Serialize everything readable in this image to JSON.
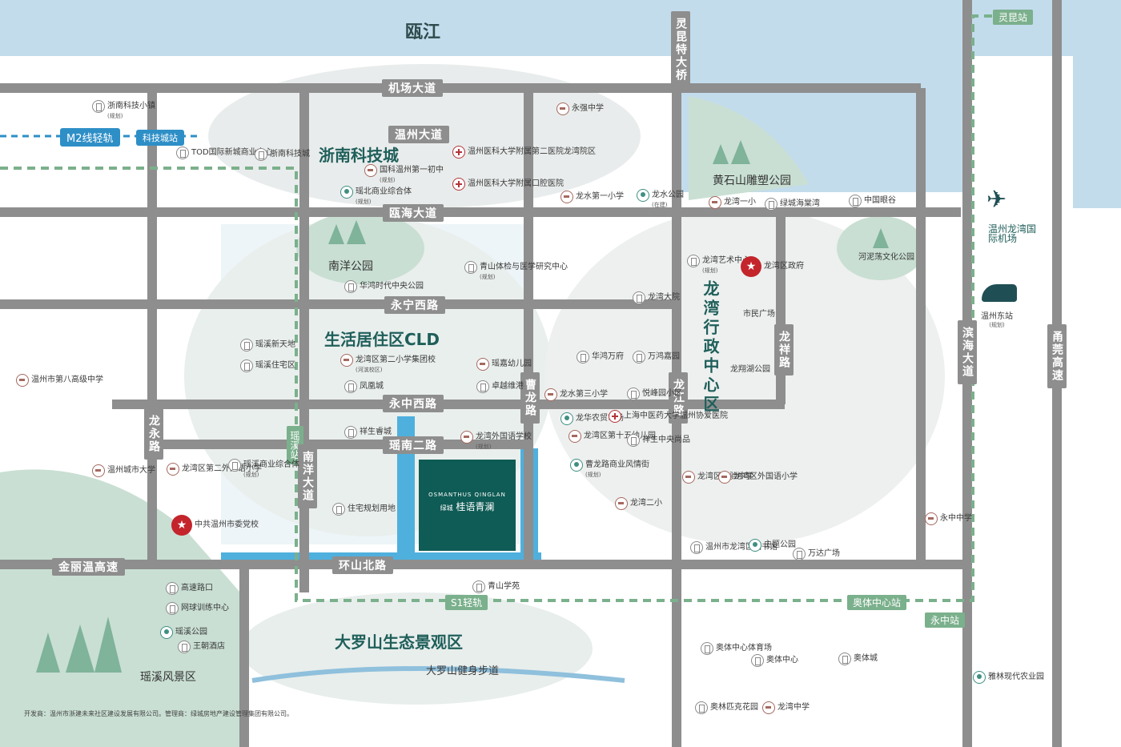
{
  "river": "瓯江",
  "bridge": "灵昆特大桥",
  "rail": {
    "m2": "M2线轻轨",
    "s1": "S1轻轨",
    "stations": [
      "科技城站",
      "灵昆站",
      "奥体中心站",
      "永中站",
      "瑶溪站"
    ]
  },
  "roads": [
    "机场大道",
    "温州大道",
    "瓯海大道",
    "永宁西路",
    "永中西路",
    "瑶南二路",
    "环山北路",
    "金丽温高速",
    "龙永路",
    "南洋大道",
    "曹龙路",
    "龙江路",
    "龙祥路",
    "滨海大道",
    "甬莞高速"
  ],
  "districts": [
    "浙南科技城",
    "生活居住区CLD",
    "龙湾行政中心区",
    "大罗山生态景观区"
  ],
  "parks": [
    "黄石山雕塑公园",
    "南洋公园",
    "河泥荡文化公园",
    "瑶溪风景区",
    "大罗山健身步道",
    "龙翔湖公园",
    "市民广场"
  ],
  "project": {
    "en": "OSMANTHUS QINGLAN",
    "brand": "绿城",
    "cn": "桂语青澜"
  },
  "airport": "温州龙湾国际机场",
  "train": {
    "name": "温州东站",
    "note": "(规划)"
  },
  "pois": [
    {
      "id": "p1",
      "name": "浙南科技小镇",
      "sub": "(规划)",
      "icon": "bld"
    },
    {
      "id": "p2",
      "name": "TOD国际新城商业中心",
      "sub": "",
      "icon": "bld"
    },
    {
      "id": "p3",
      "name": "浙南科技城",
      "sub": "",
      "icon": "bld"
    },
    {
      "id": "p4",
      "name": "国科温州第一初中",
      "sub": "(规划)",
      "icon": "school"
    },
    {
      "id": "p5",
      "name": "瑶北商业综合体",
      "sub": "(规划)",
      "icon": "park"
    },
    {
      "id": "p6",
      "name": "温州医科大学附属第二医院龙湾院区",
      "sub": "",
      "icon": "hosp"
    },
    {
      "id": "p7",
      "name": "温州医科大学附属口腔医院",
      "sub": "",
      "icon": "hosp"
    },
    {
      "id": "p8",
      "name": "永强中学",
      "sub": "",
      "icon": "school"
    },
    {
      "id": "p9",
      "name": "龙水第一小学",
      "sub": "",
      "icon": "school"
    },
    {
      "id": "p10",
      "name": "龙水公园",
      "sub": "(在建)",
      "icon": "park"
    },
    {
      "id": "p11",
      "name": "龙湾一小",
      "sub": "",
      "icon": "school"
    },
    {
      "id": "p12",
      "name": "绿城海棠湾",
      "sub": "",
      "icon": "bld"
    },
    {
      "id": "p13",
      "name": "中国眼谷",
      "sub": "",
      "icon": "bld"
    },
    {
      "id": "p14",
      "name": "华鸿时代中央公园",
      "sub": "",
      "icon": "bld"
    },
    {
      "id": "p15",
      "name": "青山体检与医学研究中心",
      "sub": "(规划)",
      "icon": "bld"
    },
    {
      "id": "p16",
      "name": "龙湾艺术中心",
      "sub": "(规划)",
      "icon": "bld"
    },
    {
      "id": "p17",
      "name": "龙湾大院",
      "sub": "",
      "icon": "bld"
    },
    {
      "id": "p18",
      "name": "瑶溪新天地",
      "sub": "",
      "icon": "bld"
    },
    {
      "id": "p19",
      "name": "瑶溪住宅区",
      "sub": "",
      "icon": "bld"
    },
    {
      "id": "p20",
      "name": "龙湾区第二小学集团校",
      "sub": "(河滨校区)",
      "icon": "school"
    },
    {
      "id": "p21",
      "name": "瑶嘉幼儿园",
      "sub": "",
      "icon": "school"
    },
    {
      "id": "p22",
      "name": "凤凰城",
      "sub": "",
      "icon": "bld"
    },
    {
      "id": "p23",
      "name": "卓越维港",
      "sub": "",
      "icon": "bld"
    },
    {
      "id": "p24",
      "name": "华鸿万府",
      "sub": "",
      "icon": "bld"
    },
    {
      "id": "p25",
      "name": "万鸿嘉园",
      "sub": "",
      "icon": "bld"
    },
    {
      "id": "p26",
      "name": "龙水第三小学",
      "sub": "",
      "icon": "school"
    },
    {
      "id": "p27",
      "name": "悦峰园小区",
      "sub": "",
      "icon": "bld"
    },
    {
      "id": "p28",
      "name": "温州市第八高级中学",
      "sub": "",
      "icon": "school"
    },
    {
      "id": "p29",
      "name": "祥生睿城",
      "sub": "",
      "icon": "bld"
    },
    {
      "id": "p30",
      "name": "龙湾外国语学校",
      "sub": "(规划)",
      "icon": "school"
    },
    {
      "id": "p31",
      "name": "龙华农贸市场",
      "sub": "",
      "icon": "park"
    },
    {
      "id": "p32",
      "name": "上海中医药大学温州协爱医院",
      "sub": "",
      "icon": "hosp"
    },
    {
      "id": "p33",
      "name": "龙湾区第十五幼儿园",
      "sub": "",
      "icon": "school"
    },
    {
      "id": "p34",
      "name": "祥生中央尚品",
      "sub": "",
      "icon": "bld"
    },
    {
      "id": "p35",
      "name": "温州城市大学",
      "sub": "",
      "icon": "school"
    },
    {
      "id": "p36",
      "name": "龙湾区第二外国语小学",
      "sub": "",
      "icon": "school"
    },
    {
      "id": "p37",
      "name": "瑶溪商业综合体",
      "sub": "(规划)",
      "icon": "bld"
    },
    {
      "id": "p38",
      "name": "住宅规划用地",
      "sub": "",
      "icon": "bld"
    },
    {
      "id": "p39",
      "name": "曹龙路商业风情街",
      "sub": "(规划)",
      "icon": "park"
    },
    {
      "id": "p40",
      "name": "龙湾二小",
      "sub": "",
      "icon": "school"
    },
    {
      "id": "p41",
      "name": "龙湾区实验中学",
      "sub": "",
      "icon": "school"
    },
    {
      "id": "p42",
      "name": "龙湾区外国语小学",
      "sub": "",
      "icon": "school"
    },
    {
      "id": "p43",
      "name": "永中中学",
      "sub": "",
      "icon": "school"
    },
    {
      "id": "p44",
      "name": "中共温州市委党校",
      "sub": "",
      "icon": "gov"
    },
    {
      "id": "p45",
      "name": "温州市龙湾区图书馆",
      "sub": "",
      "icon": "bld"
    },
    {
      "id": "p46",
      "name": "主题公园",
      "sub": "",
      "icon": "park"
    },
    {
      "id": "p47",
      "name": "万达广场",
      "sub": "",
      "icon": "bld"
    },
    {
      "id": "p48",
      "name": "青山学苑",
      "sub": "",
      "icon": "bld"
    },
    {
      "id": "p49",
      "name": "高速路口",
      "sub": "",
      "icon": "bld"
    },
    {
      "id": "p50",
      "name": "网球训练中心",
      "sub": "",
      "icon": "bld"
    },
    {
      "id": "p51",
      "name": "瑶溪公园",
      "sub": "",
      "icon": "park"
    },
    {
      "id": "p52",
      "name": "王朝酒店",
      "sub": "",
      "icon": "bld"
    },
    {
      "id": "p53",
      "name": "奥体中心体育场",
      "sub": "",
      "icon": "bld"
    },
    {
      "id": "p54",
      "name": "奥体中心",
      "sub": "",
      "icon": "bld"
    },
    {
      "id": "p55",
      "name": "奥体城",
      "sub": "",
      "icon": "bld"
    },
    {
      "id": "p56",
      "name": "奥林匹克花园",
      "sub": "",
      "icon": "bld"
    },
    {
      "id": "p57",
      "name": "龙湾中学",
      "sub": "",
      "icon": "school"
    },
    {
      "id": "p58",
      "name": "雅林现代农业园",
      "sub": "",
      "icon": "park"
    },
    {
      "id": "p59",
      "name": "龙湾区政府",
      "sub": "",
      "icon": "gov"
    }
  ],
  "footer": {
    "dev": "开发商：温州市浙建未来社区建设发展有限公司。管理商：绿城房地产建设管理集团有限公司。"
  },
  "colors": {
    "road": "#8e8e8e",
    "water": "#c3dcec",
    "green": "#c9dfd3",
    "project": "#0f5b55",
    "rail": "#7bb08c",
    "m2": "#2e8fc7"
  }
}
